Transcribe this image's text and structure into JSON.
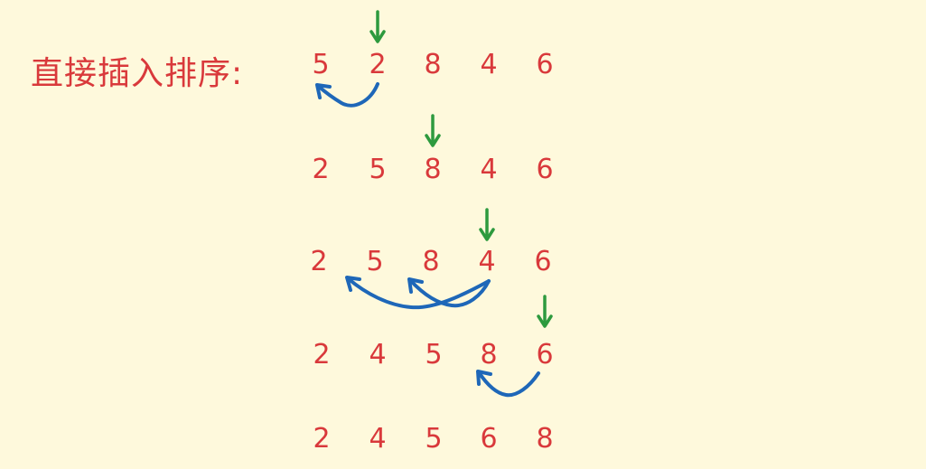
{
  "title": "直接插入排序:",
  "colors": {
    "background": "#fef9dc",
    "numbers": "#d9393b",
    "pointer_arrow": "#2d9a3e",
    "move_arrow": "#1e67b8"
  },
  "icons": {
    "pointer": "green-down-arrow",
    "move": "blue-curved-arrow"
  },
  "rows": [
    {
      "values": [
        "5",
        "2",
        "8",
        "4",
        "6"
      ],
      "pointer_index": 1
    },
    {
      "values": [
        "2",
        "5",
        "8",
        "4",
        "6"
      ],
      "pointer_index": 2
    },
    {
      "values": [
        "2",
        "5",
        "8",
        "4",
        "6"
      ],
      "pointer_index": 3
    },
    {
      "values": [
        "2",
        "4",
        "5",
        "8",
        "6"
      ],
      "pointer_index": 4
    },
    {
      "values": [
        "2",
        "4",
        "5",
        "6",
        "8"
      ],
      "pointer_index": null
    }
  ]
}
